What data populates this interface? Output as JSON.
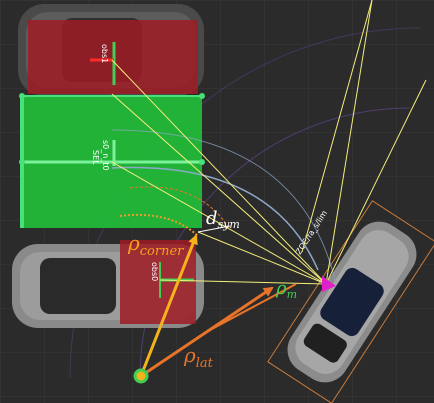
{
  "scene": {
    "tags": {
      "obs1": "obs1",
      "slot_id": "s0_n_t0",
      "slot_side": "SEL",
      "obs0": "obs0",
      "ego": "ZOE/fa_s/lim"
    },
    "math_labels": {
      "rho_corner": {
        "base": "ρ",
        "sub": "corner",
        "color": "#f6a21b"
      },
      "rho_lat": {
        "base": "ρ",
        "sub": "lat",
        "color": "#e8742a"
      },
      "rho_m": {
        "base": "ρ",
        "sub": "m",
        "color": "#3ecf53"
      },
      "d_sym": {
        "base": "d",
        "sub": "sym",
        "color": "#ffffff"
      }
    },
    "colors": {
      "background": "#2b2b2b",
      "grid": "#3a3a3a",
      "obstacle_fill": "#9e1b24",
      "slot_fill": "#21c13a",
      "slot_edge": "#48e07a",
      "ray": "#f4ee7a",
      "arc_blue": "#8ea8c8",
      "arc_purple": "#6a4aa0",
      "arrow_orange": "#e8742a",
      "arrow_yellow": "#f6b21b",
      "goal_marker": "#e020c8",
      "ego_box": "#c87a3a"
    }
  }
}
